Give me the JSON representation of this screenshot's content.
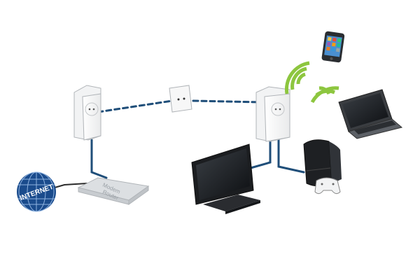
{
  "globe": {
    "label": "INTERNET"
  },
  "router": {
    "line1": "Modem",
    "line2": "Router"
  },
  "colors": {
    "cable": "#1f4e79",
    "powerline": "#1f4e79",
    "globe": "#1a4b8c",
    "wifi": "#8dc63f",
    "device_outline": "#b0b4b8",
    "device_body": "#f7f7f7"
  },
  "icons": {
    "internet": "globe-icon",
    "router": "router-icon",
    "adapter_left": "powerline-adapter-icon",
    "wall_socket": "wall-socket-icon",
    "adapter_right": "powerline-adapter-wifi-icon",
    "tv": "tv-icon",
    "console": "game-console-icon",
    "controller": "gamepad-icon",
    "smartphone": "smartphone-icon",
    "laptop": "laptop-icon",
    "wifi": "wifi-waves-icon"
  }
}
